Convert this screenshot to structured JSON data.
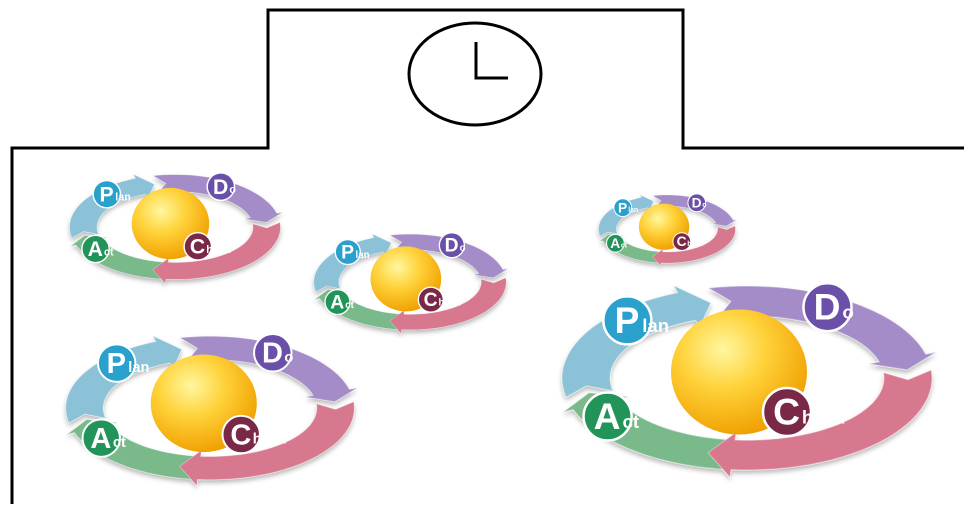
{
  "diagram": {
    "outline": "building-with-clock",
    "clock_icon": "clock-icon",
    "colors": {
      "plan": "#8cc2d8",
      "do": "#a48cc8",
      "check": "#d8788e",
      "act": "#79b98a",
      "sun": "#ffc020",
      "badge_plan": "#2aa0cc",
      "badge_do": "#6a50a8",
      "badge_check": "#7a2848",
      "badge_act": "#22945a"
    },
    "cycles": [
      {
        "plan": {
          "letter": "P",
          "rest": "lan"
        },
        "do": {
          "letter": "D",
          "rest": "o"
        },
        "check": {
          "letter": "C",
          "rest": "heck"
        },
        "act": {
          "letter": "A",
          "rest": "ct"
        }
      },
      {
        "plan": {
          "letter": "P",
          "rest": "lan"
        },
        "do": {
          "letter": "D",
          "rest": "o"
        },
        "check": {
          "letter": "C",
          "rest": "heck"
        },
        "act": {
          "letter": "A",
          "rest": "ct"
        }
      },
      {
        "plan": {
          "letter": "P",
          "rest": "lan"
        },
        "do": {
          "letter": "D",
          "rest": "o"
        },
        "check": {
          "letter": "C",
          "rest": "heck"
        },
        "act": {
          "letter": "A",
          "rest": "ct"
        }
      },
      {
        "plan": {
          "letter": "P",
          "rest": "lan"
        },
        "do": {
          "letter": "D",
          "rest": "o"
        },
        "check": {
          "letter": "C",
          "rest": "heck"
        },
        "act": {
          "letter": "A",
          "rest": "ct"
        }
      },
      {
        "plan": {
          "letter": "P",
          "rest": "lan"
        },
        "do": {
          "letter": "D",
          "rest": "o"
        },
        "check": {
          "letter": "C",
          "rest": "heck"
        },
        "act": {
          "letter": "A",
          "rest": "ct"
        }
      }
    ]
  }
}
